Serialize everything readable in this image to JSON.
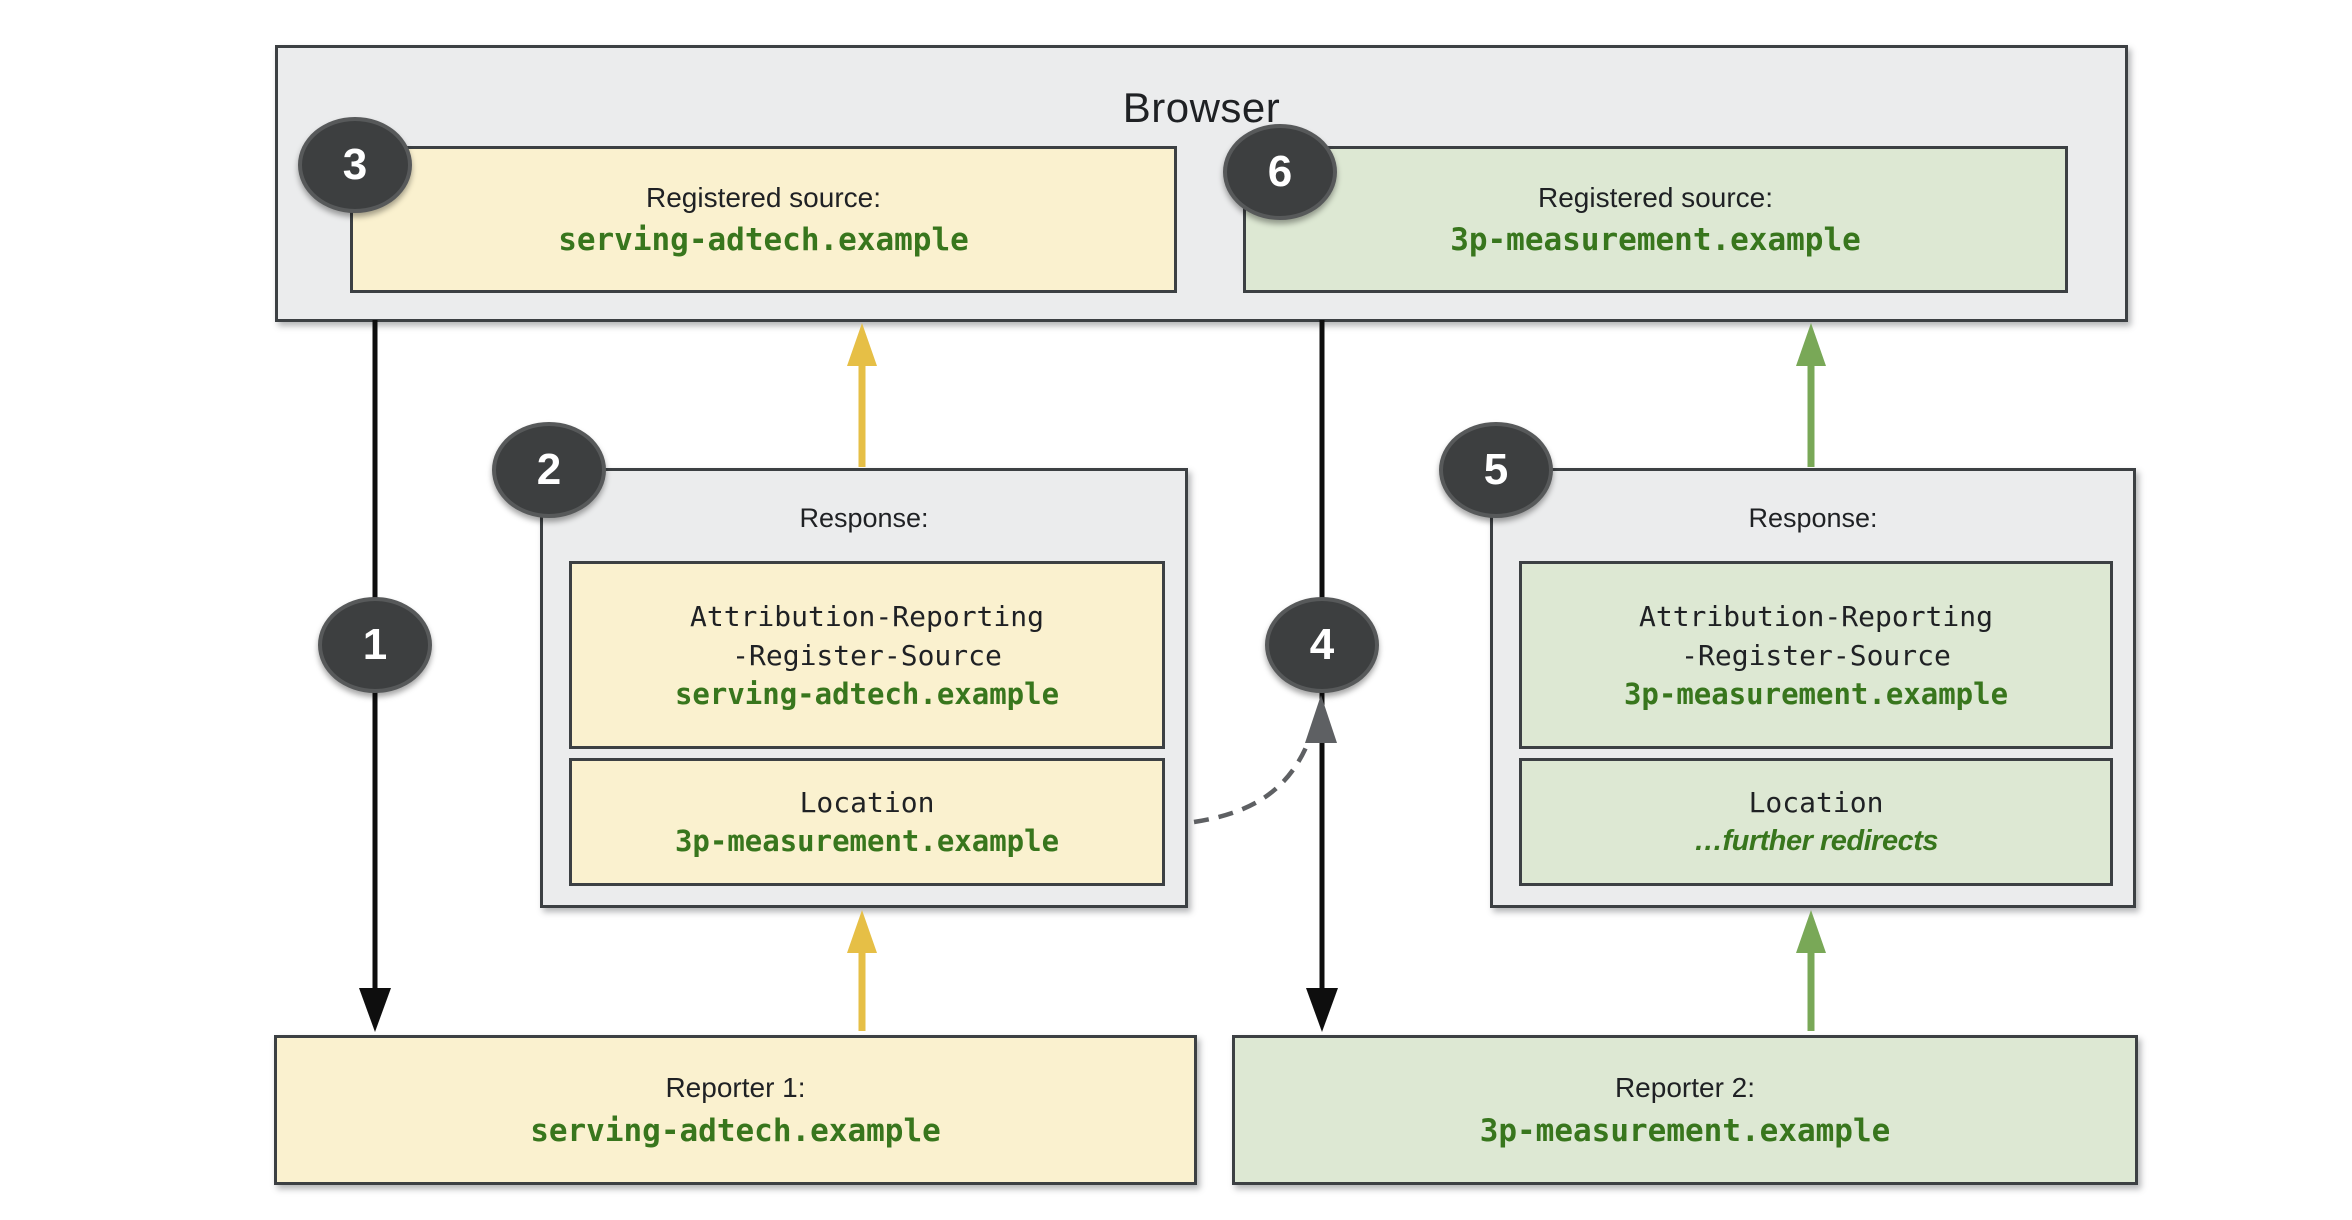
{
  "colors": {
    "ink": "#1f2124",
    "border": "#3c4043",
    "gray-fill": "#ebeced",
    "yellow-fill": "#faf1cf",
    "green-fill": "#dde8d3",
    "green-text": "#38761d",
    "arrow-yellow": "#e6bf46",
    "arrow-green": "#79a857",
    "arrow-black": "#0e0e0e",
    "dash-gray": "#5e6063",
    "badge-fill": "#3d3f40",
    "badge-ring": "#57595a",
    "badge-text": "#ffffff"
  },
  "browser": {
    "title": "Browser"
  },
  "registered_sources": [
    {
      "label": "Registered source:",
      "domain": "serving-adtech.example"
    },
    {
      "label": "Registered source:",
      "domain": "3p-measurement.example"
    }
  ],
  "responses": [
    {
      "title": "Response:",
      "register_header": {
        "line1": "Attribution-Reporting",
        "line2": "-Register-Source",
        "value": "serving-adtech.example"
      },
      "location_header": {
        "line1": "Location",
        "value": "3p-measurement.example"
      }
    },
    {
      "title": "Response:",
      "register_header": {
        "line1": "Attribution-Reporting",
        "line2": "-Register-Source",
        "value": "3p-measurement.example"
      },
      "location_header": {
        "line1": "Location",
        "value": "…further redirects"
      }
    }
  ],
  "reporters": [
    {
      "label": "Reporter 1:",
      "domain": "serving-adtech.example"
    },
    {
      "label": "Reporter 2:",
      "domain": "3p-measurement.example"
    }
  ],
  "steps": {
    "s1": "1",
    "s2": "2",
    "s3": "3",
    "s4": "4",
    "s5": "5",
    "s6": "6"
  }
}
